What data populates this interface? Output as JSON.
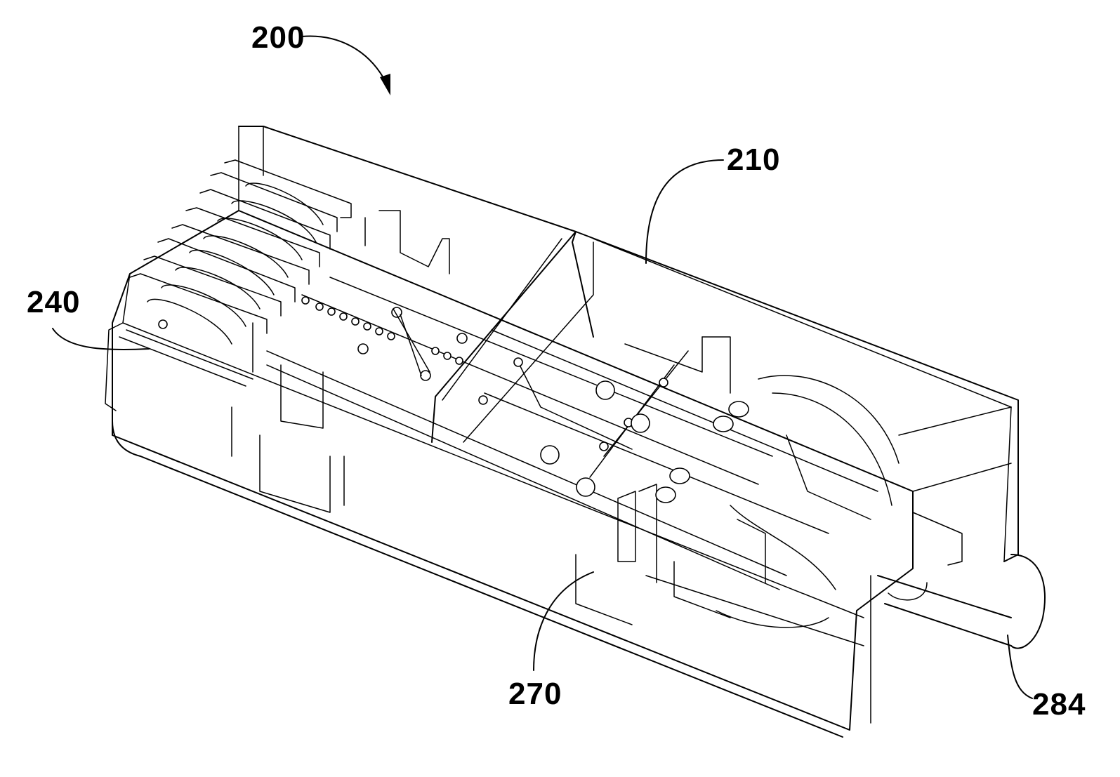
{
  "figure": {
    "labels": {
      "assembly": "200",
      "housing": "210",
      "contact_end": "240",
      "bottom_part": "270",
      "cable": "284"
    },
    "icons": {
      "assembly_arrow": "curved-arrow-icon"
    }
  }
}
